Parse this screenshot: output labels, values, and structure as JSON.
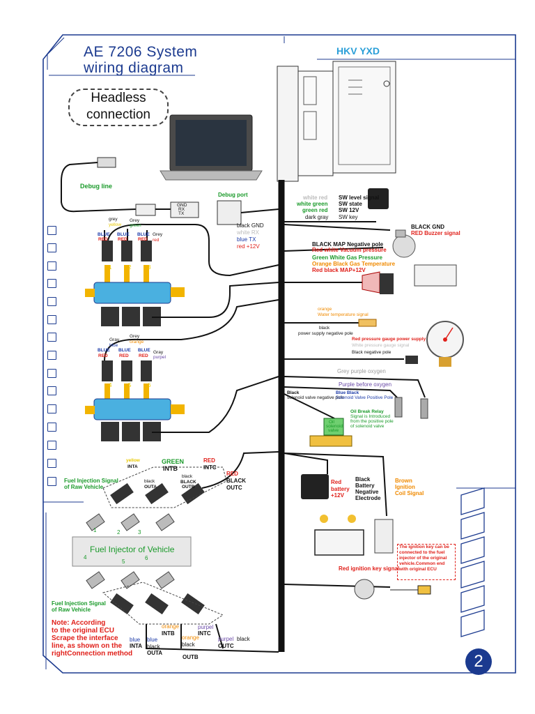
{
  "header": {
    "title_line1": "AE 7206 System",
    "title_line2": "wiring  diagram",
    "model": "HKV YXD",
    "headless_line1": "Headless",
    "headless_line2": "connection"
  },
  "debug": {
    "debug_line": "Debug line",
    "debug_port": "Debug port",
    "plug_gnd": "GND",
    "plug_rx": "RX",
    "plug_tx": "TX",
    "port_black_gnd": "black GND",
    "port_white_rx": "white RX",
    "port_blue_tx": "blue TX",
    "port_red_12v": "red +12V"
  },
  "rail1": {
    "wire_grey1": "grey",
    "wire_yellow": "yellow",
    "wire_grey2": "Grey",
    "wire_green": "green",
    "wire_grey3": "Grey",
    "wire_red": "red",
    "blue1": "BLUE",
    "red1": "RED",
    "blue2": "BLUE",
    "red2": "RED",
    "blue3": "BLUE",
    "red3": "RED",
    "n1": "1",
    "n2": "2",
    "n3": "3"
  },
  "rail2": {
    "wire_grey1": "Gray",
    "wire_blue": "blue",
    "wire_grey2": "Grey",
    "wire_orange": "orange",
    "wire_grey3": "Gray",
    "wire_purpel": "purpel",
    "blue1": "BLUE",
    "red1": "RED",
    "blue2": "BLUE",
    "red2": "RED",
    "blue3": "BLUE",
    "red3": "RED",
    "n4": "4",
    "n5": "5",
    "n6": "6"
  },
  "right": {
    "white_red": "white red",
    "sw_level": "SW level signal",
    "white_green": "white green",
    "sw_state": "SW state",
    "green_red": "green red",
    "sw_12v": "SW 12V",
    "dark_gray": "dark gray",
    "sw_key": "SW key",
    "buzzer_black_gnd": "BLACK GND",
    "buzzer_red": "RED Buzzer signal",
    "map_neg": "BLACK MAP Negative pole",
    "map_vac": "Red  white Vacuum pressure",
    "gas_pressure": "Green White Gas Pressure",
    "gas_temp": "Orange Black Gas Temperature",
    "map_12v": "Red  black   MAP+12V",
    "water_orange": "orange",
    "water_signal": "Water temperature signal",
    "water_black": "black",
    "water_neg": "power supply negative pole",
    "gauge_power": "Red pressure gauge power supply",
    "gauge_white": "White pressure gauge signal",
    "gauge_black": "Black negative pole",
    "oxy_grey_purple": "Grey purple oxygen",
    "oxy_purple_before": "Purple before oxygen",
    "valve_black": "Black",
    "valve_black_neg": "solenoid valve negative pole",
    "valve_blue_black": "Blue  Black",
    "valve_blue_pos": "Solenoid Valve Positive Pole",
    "relay_note1": "Oil Break Relay",
    "relay_note2": "Signal is Introduced",
    "relay_note3": "from the positive pole",
    "relay_note4": "of solenoid valve",
    "valve_label1": "Oil",
    "valve_label2": "solenoid",
    "valve_label3": "valve",
    "battery_red": "Red",
    "battery_battery": "battery",
    "battery_12v": "+12V",
    "battery_black1": "Black",
    "battery_black2": "Battery",
    "battery_black3": "Negative",
    "battery_black4": "Electrode",
    "coil1": "Brown",
    "coil2": "Ignition",
    "coil3": "Coil Signal",
    "ign_note1": "The ignition key can be",
    "ign_note2": "connected to the fuel",
    "ign_note3": "injector of the original",
    "ign_note4": "vehicle.Common end",
    "ign_note5": "with original ECU",
    "ign_key": "Red ignition key signal"
  },
  "injectors_top": {
    "yellow": "yellow",
    "inta": "INTA",
    "green": "GREEN",
    "intb": "INTB",
    "red": "RED",
    "intc": "INTC",
    "black_outa1": "black",
    "black_outa2": "OUTA",
    "black_outb1": "black",
    "black_outb2": "BLACK",
    "black_outb3": "OUTB",
    "red_outc1": "RED",
    "red_outc2": "BLACK",
    "red_outc3": "OUTC",
    "signal1": "Fuel Injection Signal",
    "signal2": "of Raw Vehicle"
  },
  "injectors_vehicle": {
    "title": "Fuel Injector of Vehicle",
    "n1": "1",
    "n2": "2",
    "n3": "3",
    "n4": "4",
    "n5": "5",
    "n6": "6"
  },
  "injectors_bottom": {
    "signal1": "Fuel Injection Signal",
    "signal2": "of Raw Vehicle",
    "note1": "Note: According",
    "note2": "to the original ECU",
    "note3": "Scrape the interface",
    "note4": "line, as shown on the",
    "note5": "rightConnection method",
    "blue_a": "blue",
    "inta": "INTA",
    "blue_b": "blue",
    "black_outa1": "black",
    "black_outa2": "OUTA",
    "orange_intb1": "orange",
    "orange_intb2": "INTB",
    "orange2": "orange",
    "black2": "black",
    "purpel1": "purpel",
    "intc": "INTC",
    "purpel2": "purpel",
    "black3": "black",
    "outc": "OUTC",
    "outb": "OUTB"
  },
  "page_number": "2",
  "colors": {
    "frame": "#1b3a8f",
    "accent": "#2a9fd8",
    "red": "#e0201a",
    "green": "#1a9a2a"
  }
}
